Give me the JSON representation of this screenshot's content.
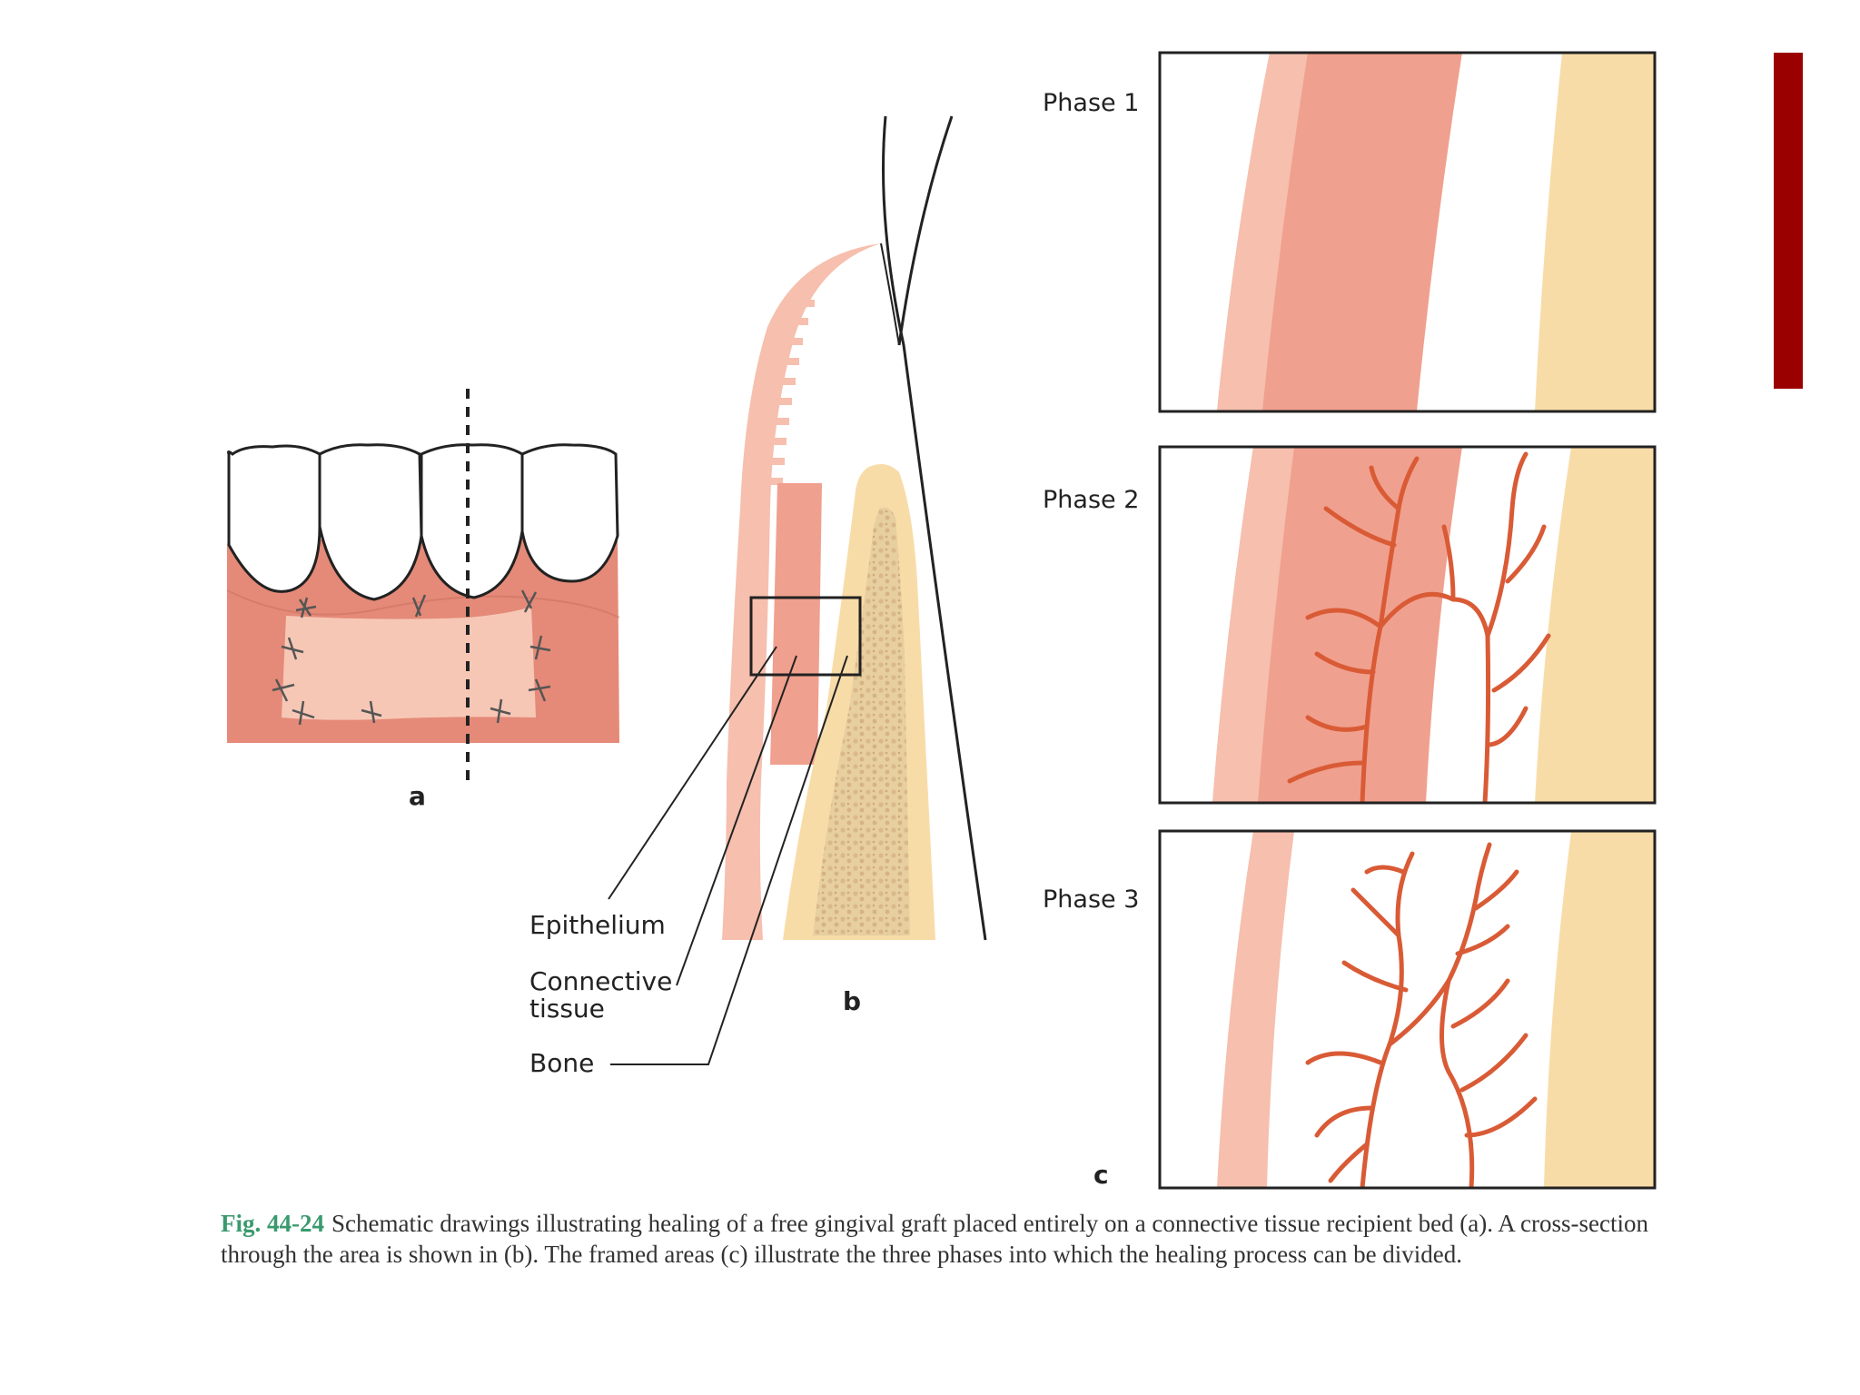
{
  "labels": {
    "panel_a": "a",
    "panel_b": "b",
    "panel_c": "c",
    "epithelium": "Epithelium",
    "connective_line1": "Connective",
    "connective_line2": "tissue",
    "bone": "Bone",
    "phase1": "Phase 1",
    "phase2": "Phase 2",
    "phase3": "Phase 3"
  },
  "caption": {
    "fig_num": "Fig. 44-24",
    "text": "Schematic drawings illustrating healing of a free gingival graft placed entirely on a connective tissue recipient bed (a). A cross-section through the area is shown in (b). The framed areas (c) illustrate the three phases into which the healing process can be divided."
  },
  "colors": {
    "accent_bar": "#9b0000",
    "gingiva": "#e58a78",
    "graft": "#f7c7b6",
    "connective": "#f0a08e",
    "epithelium": "#f6bfae",
    "bone": "#f8dca8",
    "vessel": "#d95b36",
    "outline": "#222222"
  }
}
